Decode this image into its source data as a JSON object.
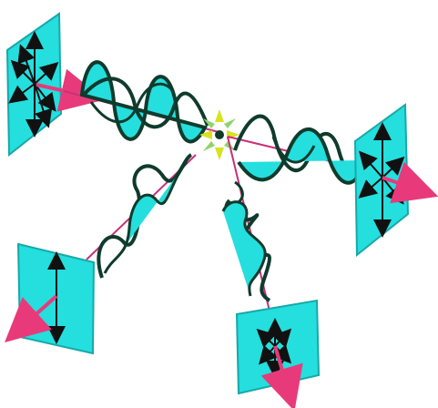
{
  "figure": {
    "description_visible_text": "",
    "colors": {
      "panel_fill": "#25dede",
      "panel_edge": "#18a8a8",
      "wave_fill": "#25dede",
      "wave_stroke": "#0f3b2c",
      "beam": "#c8307a",
      "arrow": "#e83a7a",
      "field_arrow": "#111111",
      "scatter_yellow": "#d8e21f",
      "scatter_green": "#8fd46a",
      "scatterer": "#0f3b2c"
    },
    "icons": [
      "unpolarized-panel",
      "polarized-panel-left",
      "polarized-panel-bottom",
      "polarized-panel-right",
      "scatterer-center"
    ]
  }
}
